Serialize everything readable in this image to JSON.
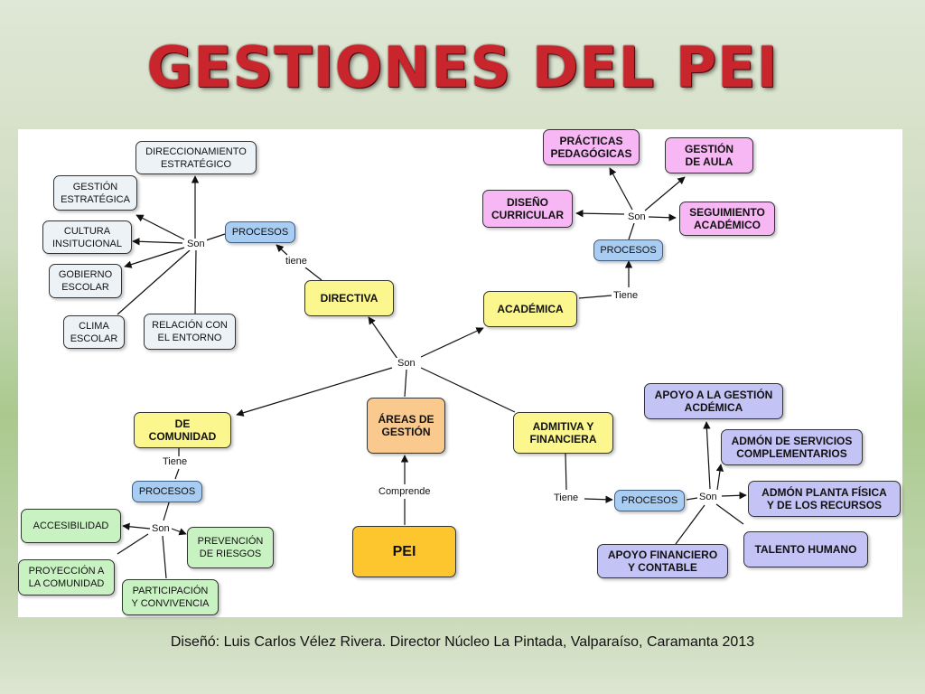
{
  "title": "GESTIONES DEL PEI",
  "footer": "Diseñó: Luis Carlos Vélez Rivera. Director Núcleo La Pintada, Valparaíso, Caramanta  2013",
  "colors": {
    "title": "#c8262c",
    "procesos": "#a8ccf2",
    "area": "#fbf78e",
    "areas_gestion": "#f9c98e",
    "pei": "#fdc62e",
    "academica": "#f7b6f4",
    "admitiva": "#c4c3f6",
    "comunidad": "#c9f2c2",
    "directiva": "#edf2f6"
  },
  "nodes": {
    "pei": "PEI",
    "areas": "ÁREAS DE\nGESTIÓN",
    "directiva": "DIRECTIVA",
    "academica": "ACADÉMICA",
    "comunidad": "DE\nCOMUNIDAD",
    "admitiva": "ADMITIVA Y\nFINANCIERA",
    "proc_directiva": "PROCESOS",
    "proc_academica": "PROCESOS",
    "proc_comunidad": "PROCESOS",
    "proc_admitiva": "PROCESOS",
    "dir_direccionamiento": "DIRECCIONAMIENTO\nESTRATÉGICO",
    "dir_gestion_estrategica": "GESTIÓN\nESTRATÉGICA",
    "dir_cultura": "CULTURA\nINSITUCIONAL",
    "dir_gobierno": "GOBIERNO\nESCOLAR",
    "dir_clima": "CLIMA\nESCOLAR",
    "dir_relacion": "RELACIÓN CON\nEL ENTORNO",
    "aca_practicas": "PRÁCTICAS\nPEDAGÓGICAS",
    "aca_gestion_aula": "GESTIÓN\nDE AULA",
    "aca_diseno": "DISEÑO\nCURRICULAR",
    "aca_seguimiento": "SEGUIMIENTO\nACADÉMICO",
    "com_accesibilidad": "ACCESIBILIDAD",
    "com_prevencion": "PREVENCIÓN\nDE  RIESGOS",
    "com_proyeccion": "PROYECCIÓN A\nLA COMUNIDAD",
    "com_participacion": "PARTICIPACIÓN\nY CONVIVENCIA",
    "adm_apoyo_gestion": "APOYO A LA GESTIÓN\nACDÉMICA",
    "adm_servicios": "ADMÓN DE SERVICIOS\nCOMPLEMENTARIOS",
    "adm_planta": "ADMÓN PLANTA FÍSICA\nY DE LOS RECURSOS",
    "adm_talento": "TALENTO HUMANO",
    "adm_apoyo_financiero": "APOYO FINANCIERO\nY CONTABLE"
  },
  "links": {
    "comprende": "Comprende",
    "son_center": "Son",
    "tiene_directiva": "tiene",
    "son_directiva": "Son",
    "tiene_academica": "Tiene",
    "son_academica": "Son",
    "tiene_comunidad": "Tiene",
    "son_comunidad": "Son",
    "tiene_admitiva": "Tiene",
    "son_admitiva": "Son"
  }
}
